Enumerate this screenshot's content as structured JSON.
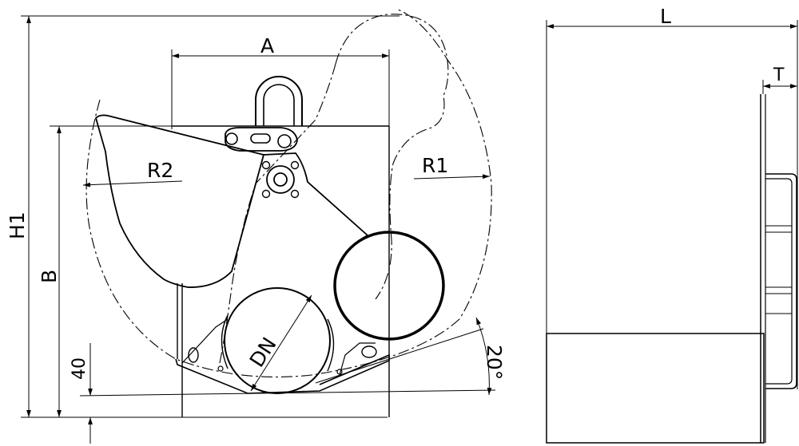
{
  "labels": {
    "a": "A",
    "b": "B",
    "h1": "H1",
    "r1": "R1",
    "r2": "R2",
    "dn": "DN",
    "forty": "40",
    "angle": "20°",
    "l": "L",
    "t": "T"
  },
  "colors": {
    "line": "#000000",
    "background": "#ffffff"
  }
}
